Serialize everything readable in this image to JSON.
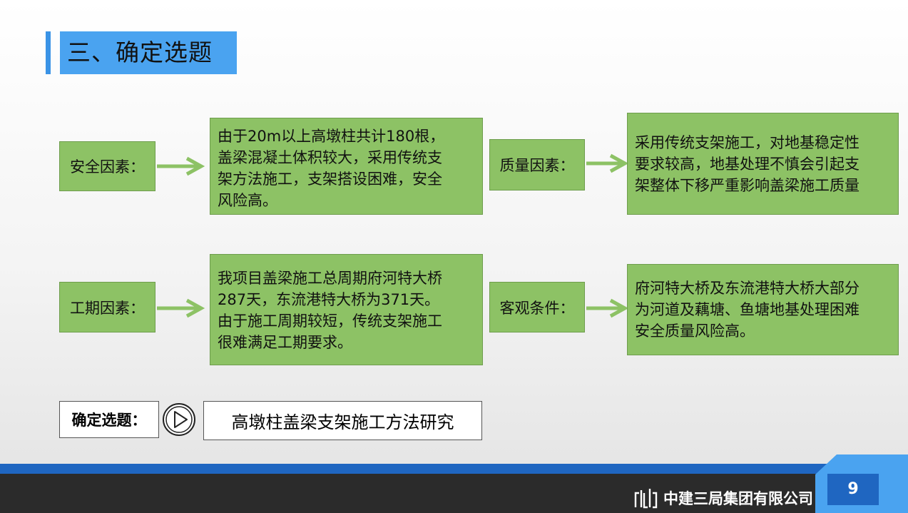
{
  "title": "三、确定选题",
  "factors": [
    {
      "label": "安全因素：",
      "content": [
        "由于20m以上高墩柱共计180根，",
        "盖梁混凝土体积较大，采用传统支",
        "架方法施工，支架搭设困难，安全",
        "风险高。"
      ]
    },
    {
      "label": "质量因素：",
      "content": [
        "采用传统支架施工，对地基稳定性",
        "要求较高，地基处理不慎会引起支",
        "架整体下移严重影响盖梁施工质量"
      ]
    },
    {
      "label": "工期因素：",
      "content": [
        "我项目盖梁施工总周期府河特大桥",
        "287天，东流港特大桥为371天。",
        "由于施工周期较短，传统支架施工",
        "很难满足工期要求。"
      ]
    },
    {
      "label": "客观条件：",
      "content": [
        "府河特大桥及东流港特大桥大部分",
        "为河道及藕塘、鱼塘地基处理困难",
        "安全质量风险高。"
      ]
    }
  ],
  "decision": {
    "label": "确定选题：",
    "value": "高墩柱盖梁支架施工方法研究"
  },
  "footer": {
    "company": "中建三局集团有限公司",
    "page": "9"
  },
  "colors": {
    "title_bg": "#4aa3f0",
    "box_green": "#8dc265",
    "arrow_green": "#8dc265",
    "stripe_blue": "#1f66c1",
    "footer_dark": "#2b2b2b"
  }
}
